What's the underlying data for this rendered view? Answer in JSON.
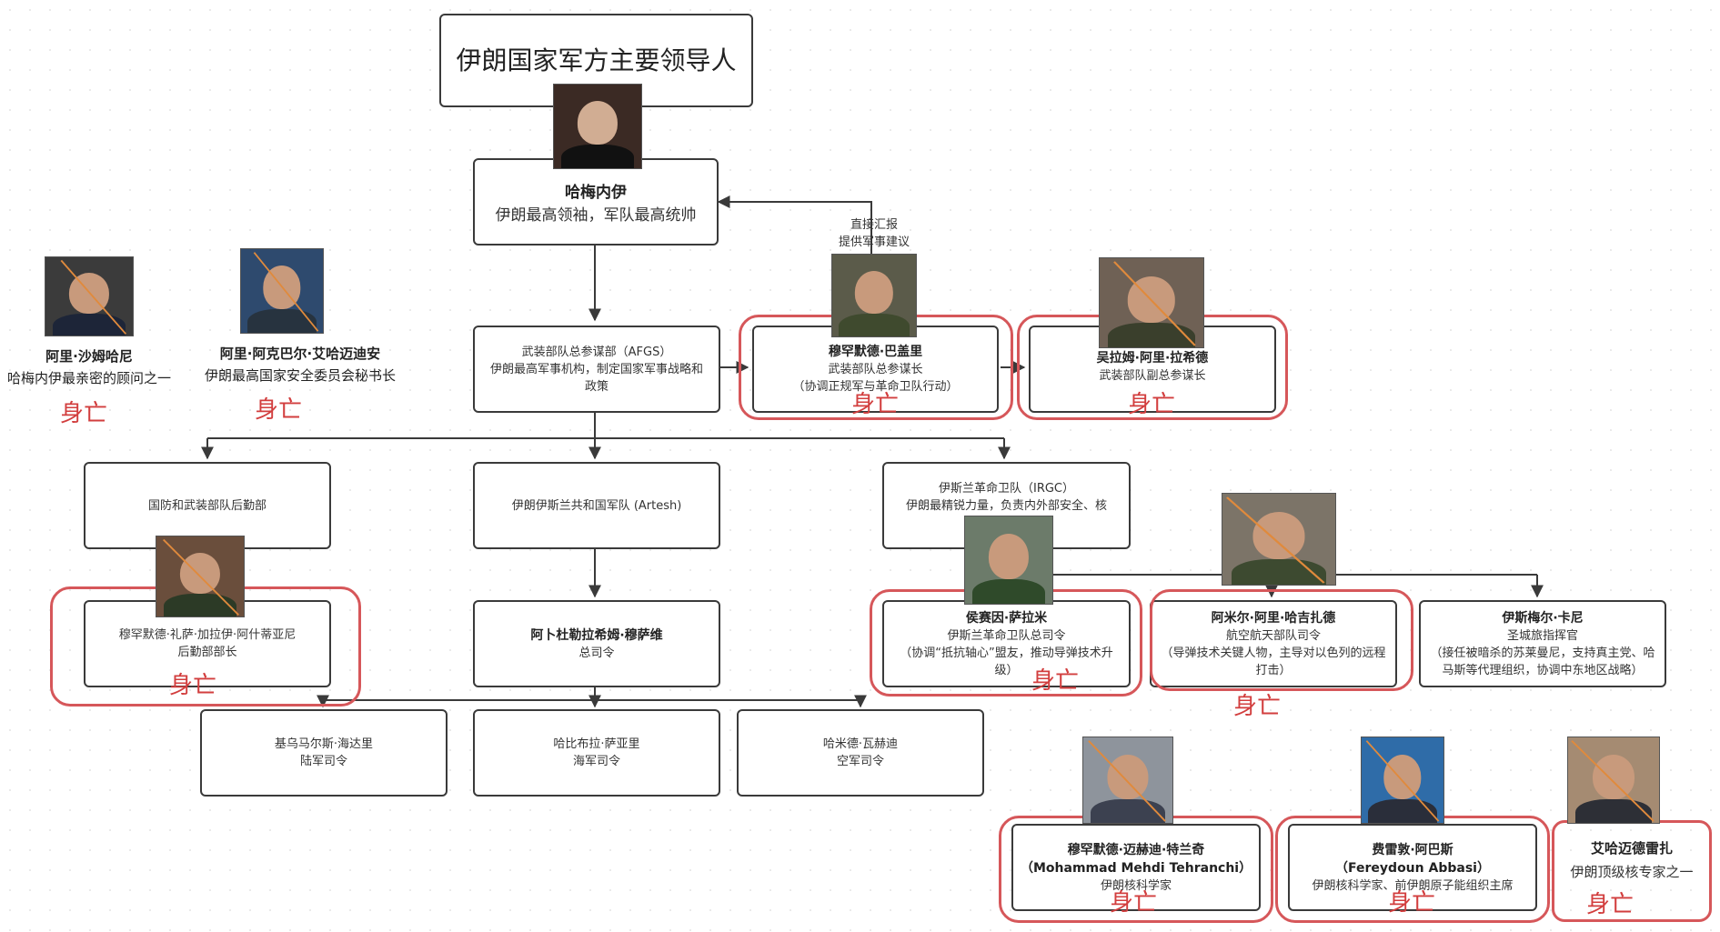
{
  "title": "伊朗国家军方主要领导人",
  "dead_label": "身亡",
  "report_note": {
    "line1": "直接汇报",
    "line2": "提供军事建议"
  },
  "nodes": {
    "khamenei": {
      "name": "哈梅内伊",
      "desc": "伊朗最高领袖，军队最高统帅"
    },
    "afgs": {
      "name": "武装部队总参谋部（AFGS）",
      "desc": "伊朗最高军事机构，制定国家军事战略和政策"
    },
    "bagheri": {
      "name": "穆罕默德·巴盖里",
      "role": "武装部队总参谋长",
      "desc": "（协调正规军与革命卫队行动）"
    },
    "rashid": {
      "name": "吴拉姆·阿里·拉希德",
      "role": "武装部队副总参谋长"
    },
    "mod": {
      "name": "国防和武装部队后勤部"
    },
    "artesh": {
      "name": "伊朗伊斯兰共和国军队 (Artesh)"
    },
    "irgc": {
      "name": "伊斯兰革命卫队（IRGC）",
      "desc": "伊朗最精锐力量，负责内外部安全、核"
    },
    "ashtiani": {
      "name": "穆罕默德·礼萨·加拉伊·阿什蒂亚尼",
      "role": "后勤部部长"
    },
    "mousavi": {
      "name": "阿卜杜勒拉希姆·穆萨维",
      "role": "总司令"
    },
    "salami": {
      "name": "侯赛因·萨拉米",
      "role": "伊斯兰革命卫队总司令",
      "desc": "（协调“抵抗轴心”盟友，推动导弹技术升级）"
    },
    "hajizadeh": {
      "name": "阿米尔·阿里·哈吉扎德",
      "role": "航空航天部队司令",
      "desc": "（导弹技术关键人物，主导对以色列的远程打击）"
    },
    "qaani": {
      "name": "伊斯梅尔·卡尼",
      "role": "圣城旅指挥官",
      "desc": "（接任被暗杀的苏莱曼尼，支持真主党、哈马斯等代理组织，协调中东地区战略）"
    },
    "heydari": {
      "name": "基乌马尔斯·海达里",
      "role": "陆军司令"
    },
    "sayyari": {
      "name": "哈比布拉·萨亚里",
      "role": "海军司令"
    },
    "vahedi": {
      "name": "哈米德·瓦赫迪",
      "role": "空军司令"
    },
    "tehranchi": {
      "name": "穆罕默德·迈赫迪·特兰奇",
      "latin": "（Mohammad Mehdi Tehranchi）",
      "role": "伊朗核科学家"
    },
    "abbasi": {
      "name": "费雷敦·阿巴斯",
      "latin": "（Fereydoun Abbasi）",
      "role": "伊朗核科学家、前伊朗原子能组织主席"
    },
    "zolfaghari": {
      "name": "艾哈迈德雷扎",
      "role": "伊朗顶级核专家之一"
    }
  },
  "free_people": {
    "shamkhani": {
      "name": "阿里·沙姆哈尼",
      "role": "哈梅内伊最亲密的顾问之一"
    },
    "ahmadian": {
      "name": "阿里·阿克巴尔·艾哈迈迪安",
      "role": "伊朗最高国家安全委员会秘书长"
    }
  },
  "colors": {
    "accent_red": "#d23e3e",
    "ring_red": "#d6575a",
    "line": "#3a3a3a"
  }
}
